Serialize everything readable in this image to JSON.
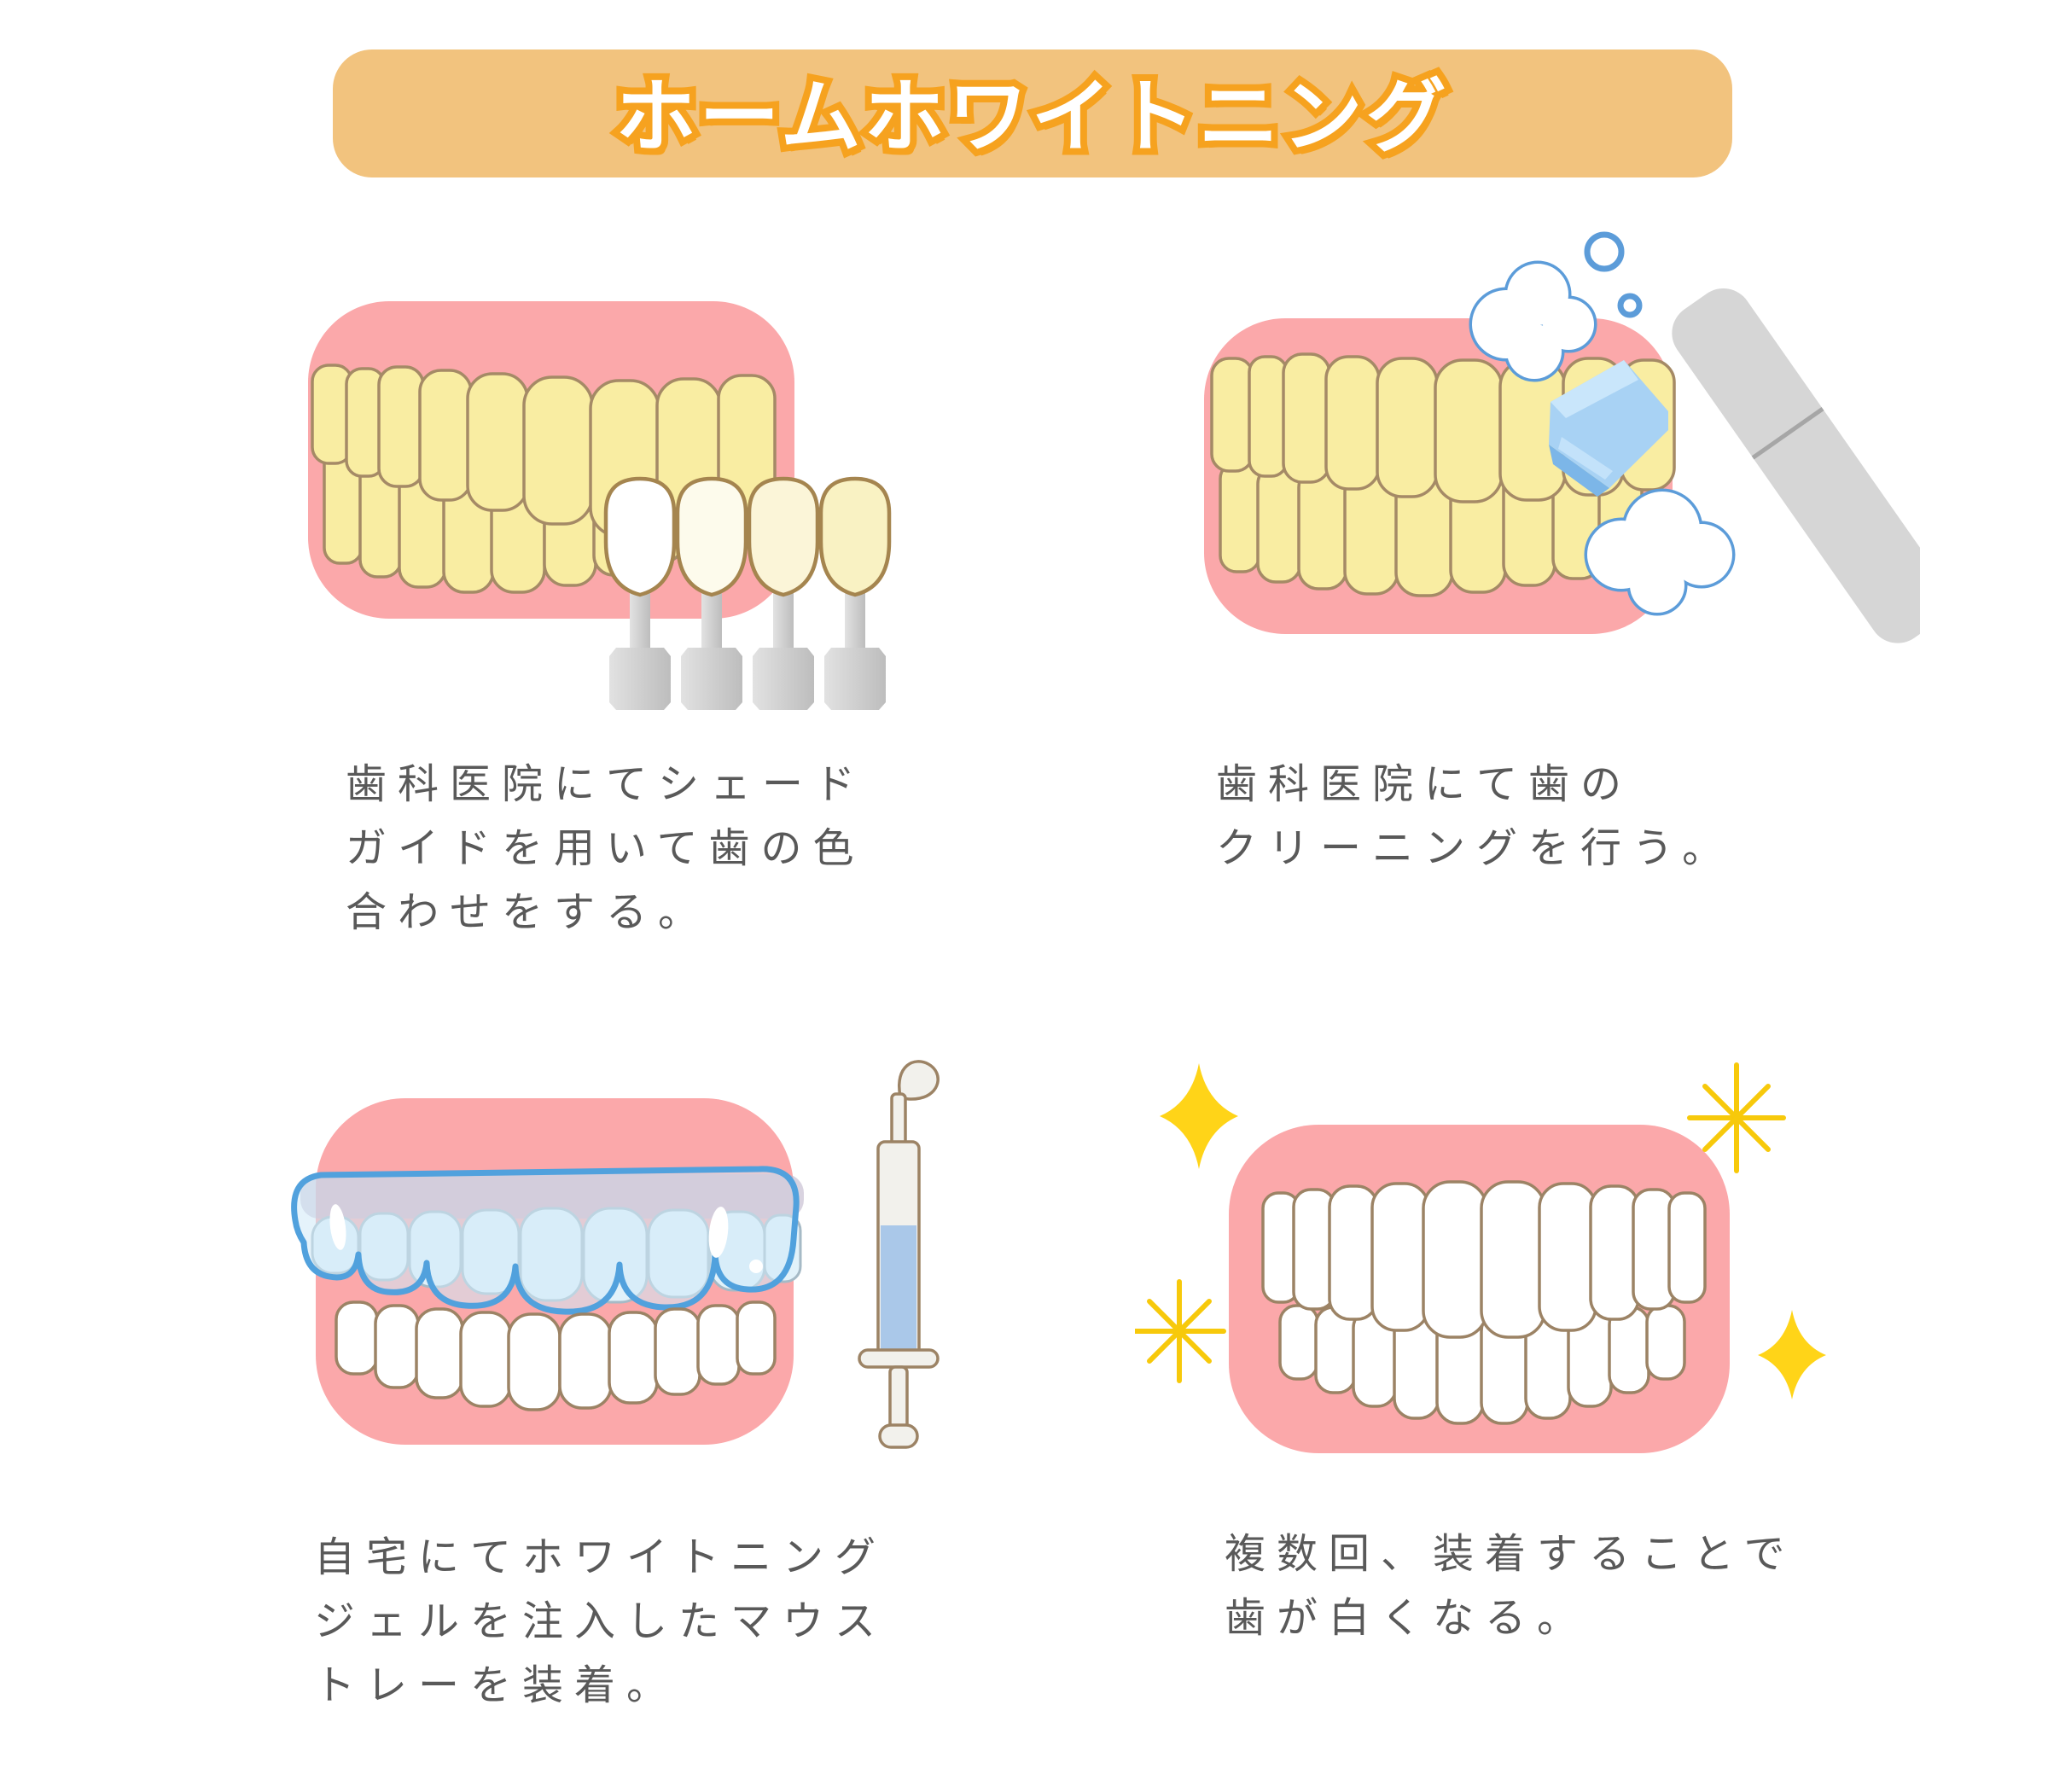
{
  "banner": {
    "title": "ホームホワイトニング"
  },
  "steps": [
    {
      "name": "shade-matching",
      "caption": "歯科医院にてシェード\nガイドを用いて歯の色\n合わせをする。"
    },
    {
      "name": "cleaning",
      "caption": "歯科医院にて歯の\nクリーニングを行う。"
    },
    {
      "name": "tray-at-home",
      "caption": "自宅にてホワイトニング\nジェルを注入したマウス\nトレーを装着。"
    },
    {
      "name": "whiter-teeth",
      "caption": "複数回、装着することで\n歯が白くなる。"
    }
  ],
  "colors": {
    "background": "#FFFFFF",
    "banner": "#F2C37E",
    "title_text": "#FFFFFF",
    "title_stroke": "#F6A21F",
    "caption_text": "#595959",
    "gum": "#FBA8AA",
    "tooth_yellow": "#F9EDA2",
    "tooth_outline": "#A58A66",
    "white_tooth_outline": "#9C8365",
    "tab_outline": "#A5854F",
    "tab1": "#FFFFFF",
    "tab2": "#FDFBEC",
    "tab3": "#FBF5D8",
    "tab4": "#F9F2C3",
    "handle_light": "#E2E2E2",
    "handle_dark": "#BDBDBD",
    "handpiece": "#D6D6D6",
    "handpiece_line": "#A6A6A6",
    "nozzle": "#A8D2F4",
    "nozzle_light": "#C9E6FB",
    "nozzle_dark": "#7CB6E8",
    "cloud_stroke": "#5C9CD9",
    "tray_fill": "#CFE9F8",
    "tray_stroke": "#51A1DD",
    "tray_tooth": "#E2F2FA",
    "tray_tooth_outline": "#A6BAC6",
    "gum_through_tray": "#B9AFC6",
    "syringe_body": "#F2F1EC",
    "syringe_outline": "#9C8365",
    "gel": "#AAC8E9",
    "sparkle": "#FFD418",
    "sparkle_burst": "#F7C90B"
  }
}
